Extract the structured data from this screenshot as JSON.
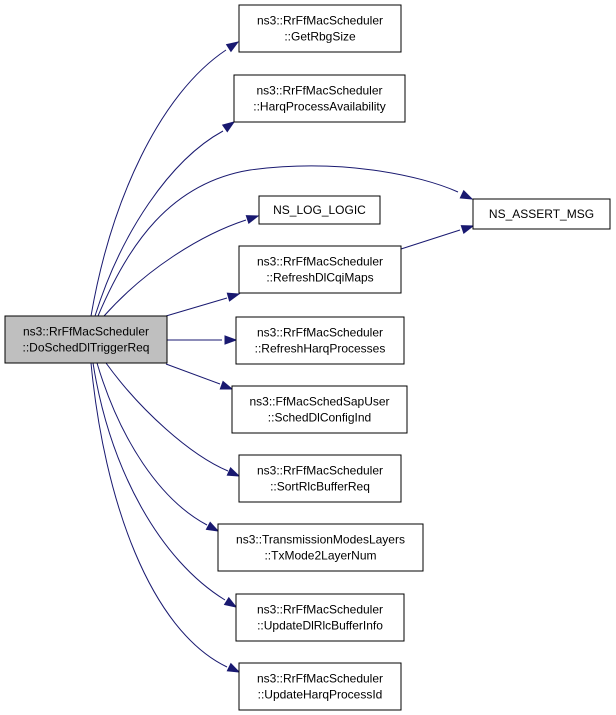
{
  "colors": {
    "edge": "#191970",
    "root_fill": "#bfbfbf",
    "node_fill": "#ffffff",
    "node_stroke": "#000000"
  },
  "nodes": {
    "root": {
      "lines": [
        "ns3::RrFfMacScheduler",
        "::DoSchedDlTriggerReq"
      ]
    },
    "getrbgsize": {
      "lines": [
        "ns3::RrFfMacScheduler",
        "::GetRbgSize"
      ]
    },
    "harqavail": {
      "lines": [
        "ns3::RrFfMacScheduler",
        "::HarqProcessAvailability"
      ]
    },
    "nsloglogic": {
      "lines": [
        "NS_LOG_LOGIC"
      ]
    },
    "nsassertmsg": {
      "lines": [
        "NS_ASSERT_MSG"
      ]
    },
    "refreshcqi": {
      "lines": [
        "ns3::RrFfMacScheduler",
        "::RefreshDlCqiMaps"
      ]
    },
    "refreshharq": {
      "lines": [
        "ns3::RrFfMacScheduler",
        "::RefreshHarqProcesses"
      ]
    },
    "schedconfig": {
      "lines": [
        "ns3::FfMacSchedSapUser",
        "::SchedDlConfigInd"
      ]
    },
    "sortrlc": {
      "lines": [
        "ns3::RrFfMacScheduler",
        "::SortRlcBufferReq"
      ]
    },
    "txmode": {
      "lines": [
        "ns3::TransmissionModesLayers",
        "::TxMode2LayerNum"
      ]
    },
    "updaterlc": {
      "lines": [
        "ns3::RrFfMacScheduler",
        "::UpdateDlRlcBufferInfo"
      ]
    },
    "updateharq": {
      "lines": [
        "ns3::RrFfMacScheduler",
        "::UpdateHarqProcessId"
      ]
    }
  },
  "edges": [
    {
      "from": "root",
      "to": "getrbgsize"
    },
    {
      "from": "root",
      "to": "harqavail"
    },
    {
      "from": "root",
      "to": "nsassertmsg"
    },
    {
      "from": "root",
      "to": "nsloglogic"
    },
    {
      "from": "root",
      "to": "refreshcqi"
    },
    {
      "from": "root",
      "to": "refreshharq"
    },
    {
      "from": "root",
      "to": "schedconfig"
    },
    {
      "from": "root",
      "to": "sortrlc"
    },
    {
      "from": "root",
      "to": "txmode"
    },
    {
      "from": "root",
      "to": "updaterlc"
    },
    {
      "from": "root",
      "to": "updateharq"
    },
    {
      "from": "refreshcqi",
      "to": "nsassertmsg"
    }
  ]
}
